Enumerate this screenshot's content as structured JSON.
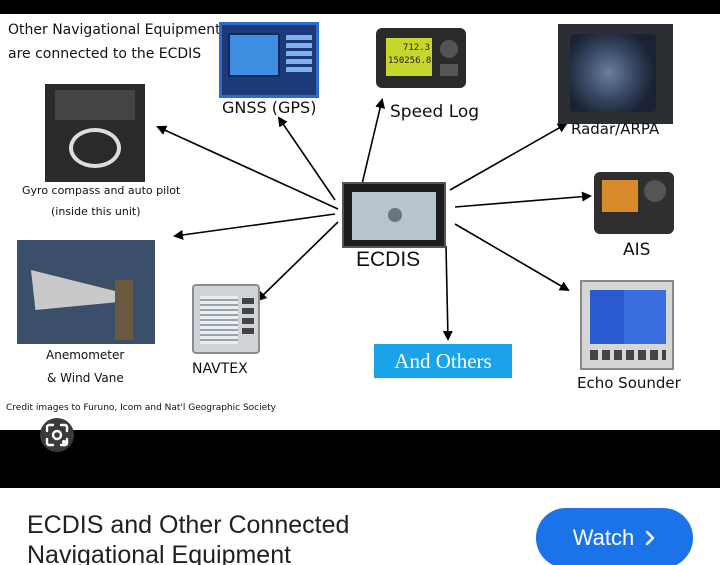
{
  "diagram": {
    "heading_line1": "Other Navigational Equipment",
    "heading_line2": "are connected to the ECDIS",
    "center_label": "ECDIS",
    "nodes": {
      "gnss": "GNSS (GPS)",
      "speed_log": "Speed Log",
      "radar": "Radar/ARPA",
      "gyro_line1": "Gyro compass and auto pilot",
      "gyro_line2": "(inside this unit)",
      "ais": "AIS",
      "anemometer_line1": "Anemometer",
      "anemometer_line2": "& Wind Vane",
      "navtex": "NAVTEX",
      "and_others": "And Others",
      "echo_sounder": "Echo Sounder"
    },
    "speed_log_screen_line1": "712.3",
    "speed_log_screen_line2": "150256.8",
    "credit": "Credit images to Furuno, Icom and Nat'l Geographic Society"
  },
  "footer": {
    "video_title": "ECDIS and Other Connected Navigational Equipment",
    "watch_label": "Watch",
    "watch_icon": "chevron-right-icon"
  },
  "colors": {
    "watch_button": "#1a73e8",
    "and_others_box": "#1aa3e8"
  }
}
